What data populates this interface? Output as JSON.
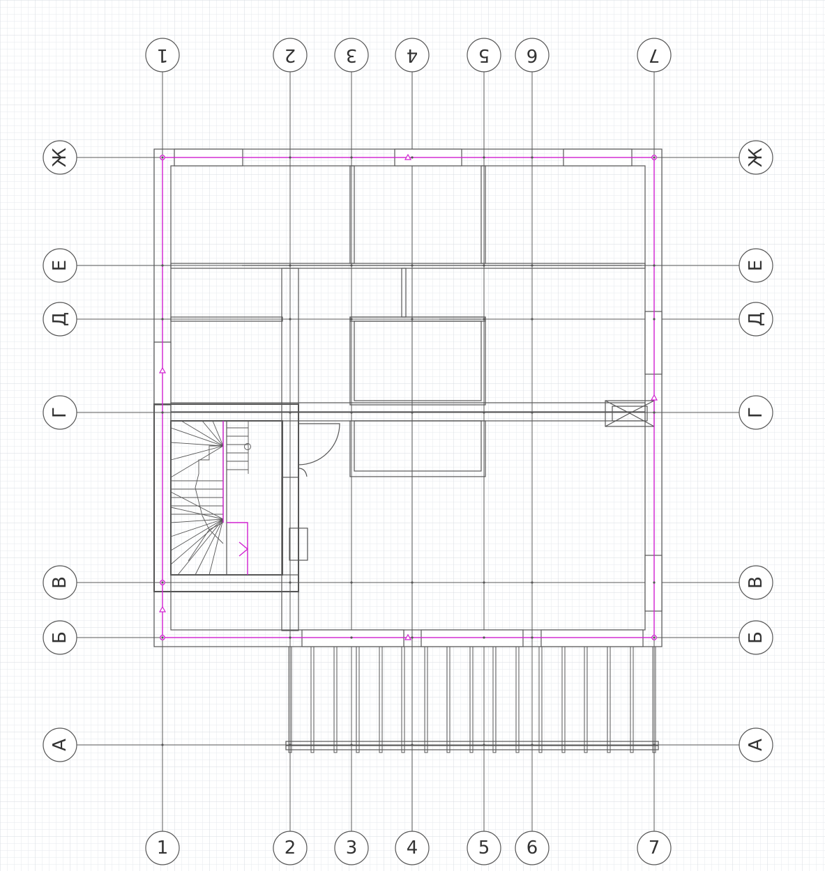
{
  "drawing": {
    "grid_axes": {
      "columns": [
        "1",
        "2",
        "3",
        "4",
        "5",
        "6",
        "7"
      ],
      "rows": [
        "Ж",
        "Е",
        "Д",
        "Г",
        "В",
        "Б",
        "А"
      ]
    },
    "colors": {
      "background": "#ffffff",
      "minor_grid": "#e6e9ee",
      "major_grid": "#d7dbe2",
      "axis_line": "#5a5a5a",
      "wall": "#555555",
      "accent": "#d020d0"
    }
  }
}
